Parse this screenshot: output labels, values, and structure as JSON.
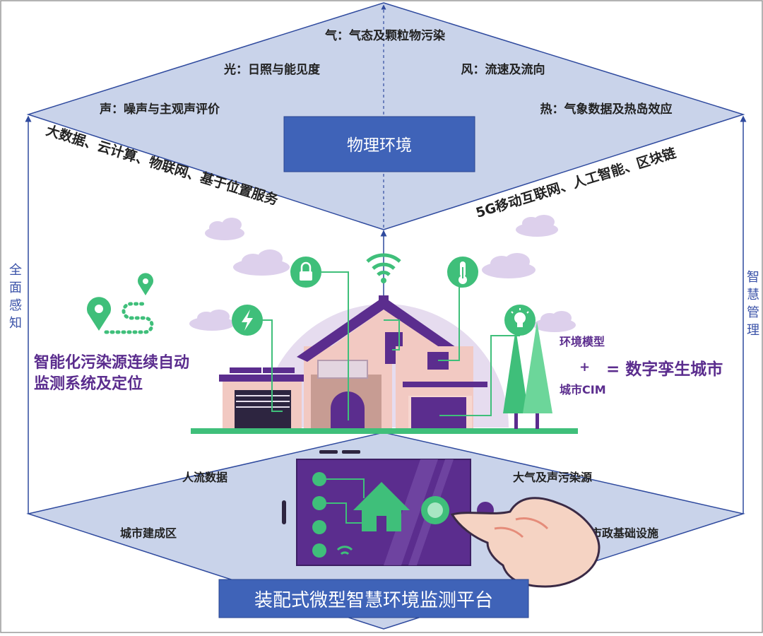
{
  "colors": {
    "panel": "#c9d3ea",
    "panel_edge": "#2f4a9e",
    "title_box": "#3f63b8",
    "purple": "#5b2d8e",
    "green": "#3fbf7a",
    "house_pink": "#f2c9c2",
    "house_brown": "#c79c93"
  },
  "top": {
    "gas": "气：气态及颗粒物污染",
    "light": "光：日照与能见度",
    "wind": "风：流速及流向",
    "sound": "声：噪声与主观声评价",
    "heat": "热：气象数据及热岛效应",
    "title": "物理环境"
  },
  "tech": {
    "left": "大数据、云计算、物联网、基于位置服务",
    "right": "5G移动互联网、人工智能、区块链"
  },
  "side": {
    "left": [
      "全",
      "面",
      "感",
      "知"
    ],
    "right": [
      "智",
      "慧",
      "管",
      "理"
    ]
  },
  "center": {
    "pollution_line1": "智能化污染源连续自动",
    "pollution_line2": "监测系统及定位",
    "env_model": "环境模型",
    "plus": "+",
    "city_cim": "城市CIM",
    "equals_text": "= 数字孪生城市"
  },
  "bottom": {
    "people_flow": "人流数据",
    "air_sound": "大气及声污染源",
    "built_area": "城市建成区",
    "municipal": "市政基础设施",
    "platform": "装配式微型智慧环境监测平台"
  },
  "icons": [
    "lock-icon",
    "wifi-icon",
    "thermometer-icon",
    "lightning-icon",
    "lightbulb-icon",
    "location-pin-icon",
    "home-icon",
    "pointing-hand-icon"
  ]
}
